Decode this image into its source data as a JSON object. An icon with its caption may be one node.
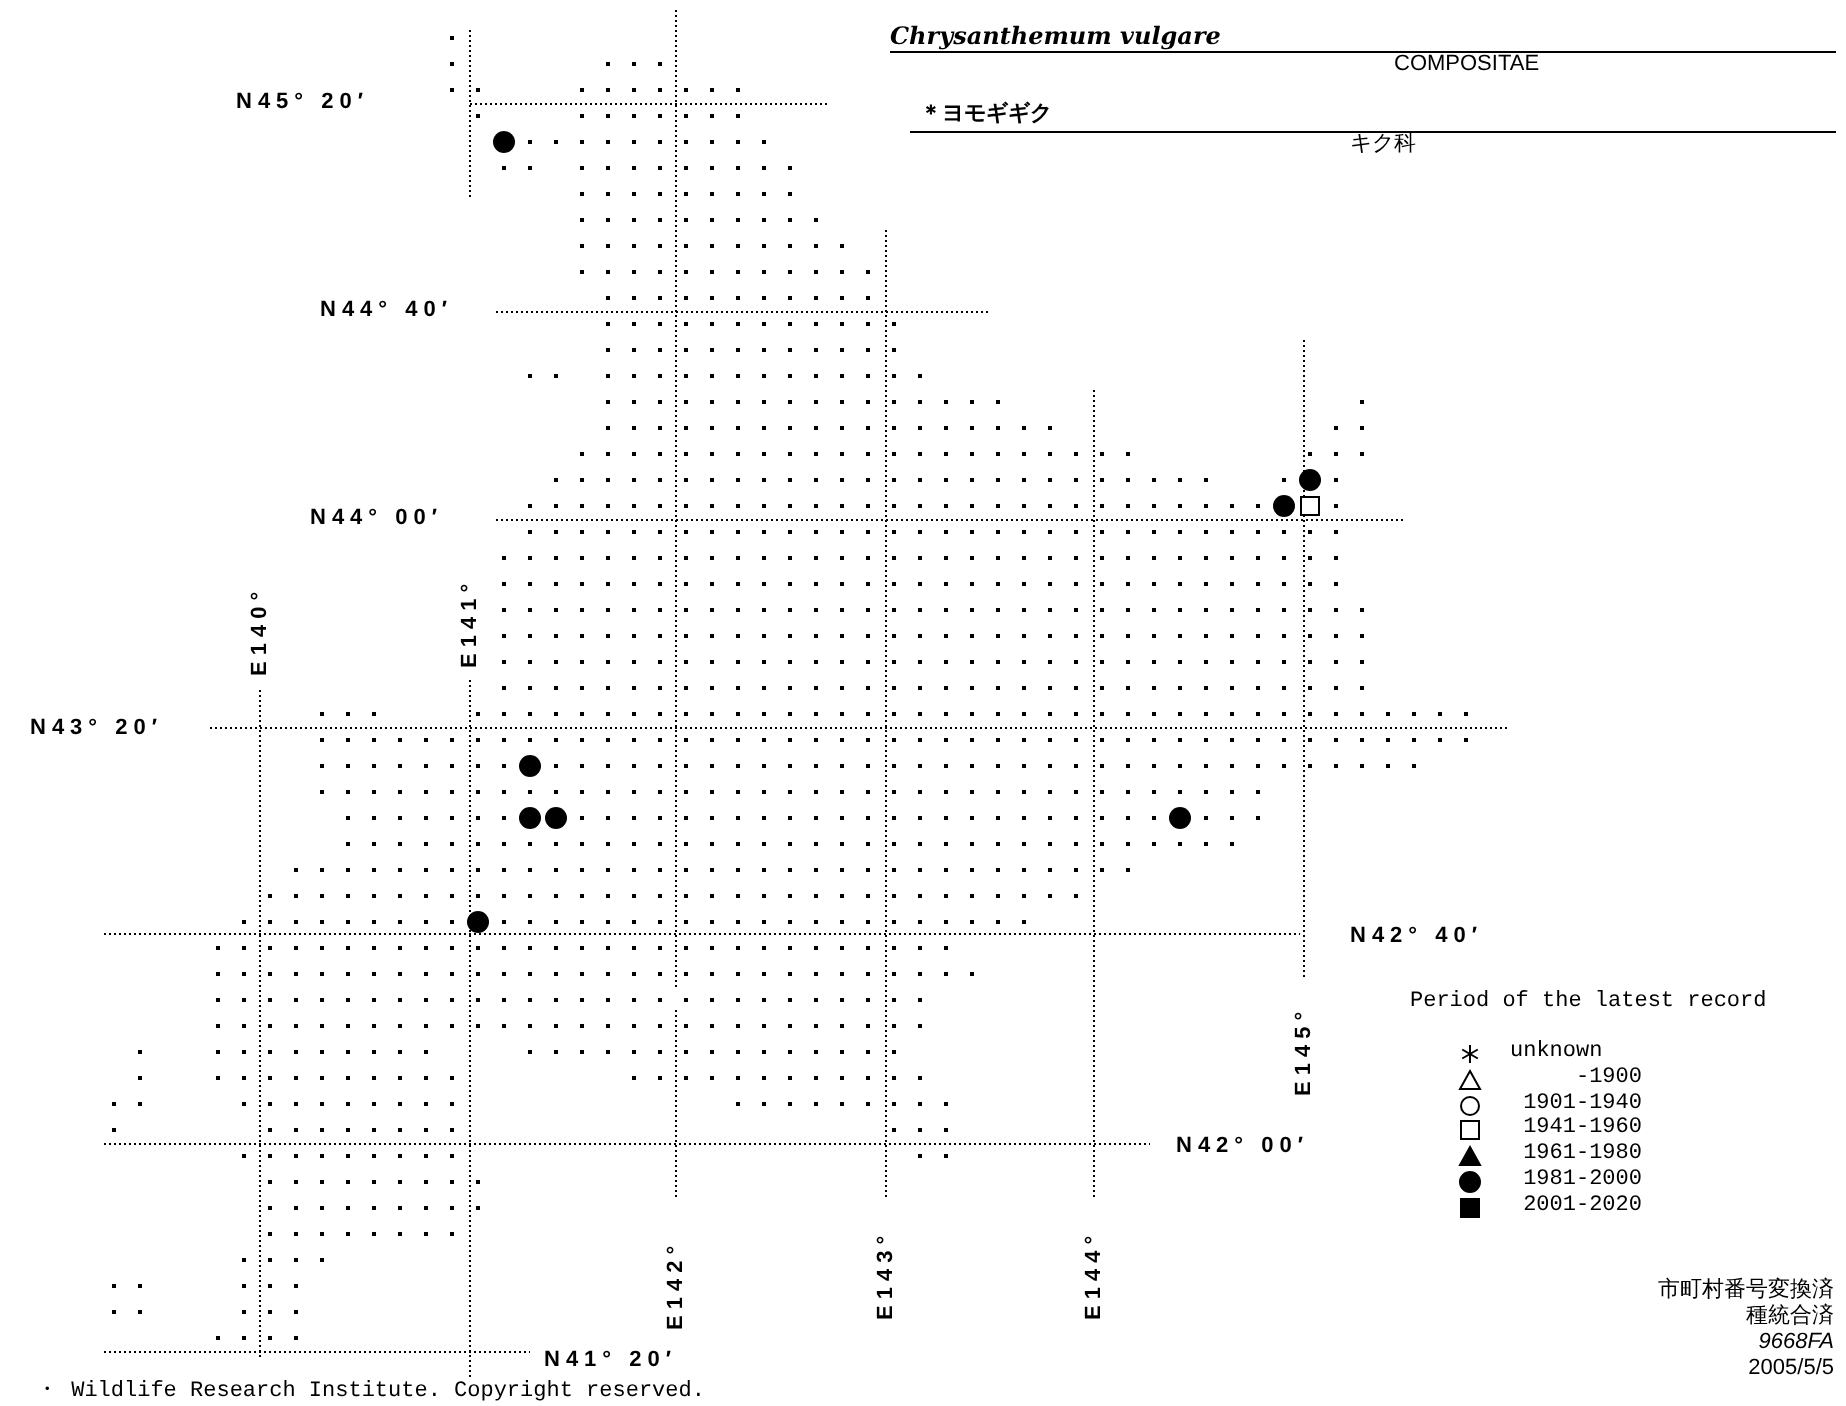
{
  "diagram": {
    "title": "Chrysanthemum vulgare",
    "labels": [
      "COMPOSITAE",
      "＊ヨモギギク",
      "キク科",
      "N45° 20′",
      "N44° 40′",
      "N44° 00′",
      "E140°",
      "E141°",
      "N43° 20′",
      "N42° 40′",
      "Period of the latest record",
      "E145°",
      "N42° 00′",
      "E142°",
      "E143°",
      "E144°",
      "N41° 20′",
      "市町村番号変換済",
      "種統合済",
      "9668FA",
      "2005/5/5",
      "・ Wildlife Research Institute. Copyright reserved."
    ],
    "legend": [
      {
        "text": "unknown"
      },
      {
        "text": "-1900"
      },
      {
        "text": "1901-1940"
      },
      {
        "text": "1941-1960"
      },
      {
        "text": "1961-1980"
      },
      {
        "text": "1981-2000"
      },
      {
        "text": "2001-2020"
      }
    ]
  }
}
